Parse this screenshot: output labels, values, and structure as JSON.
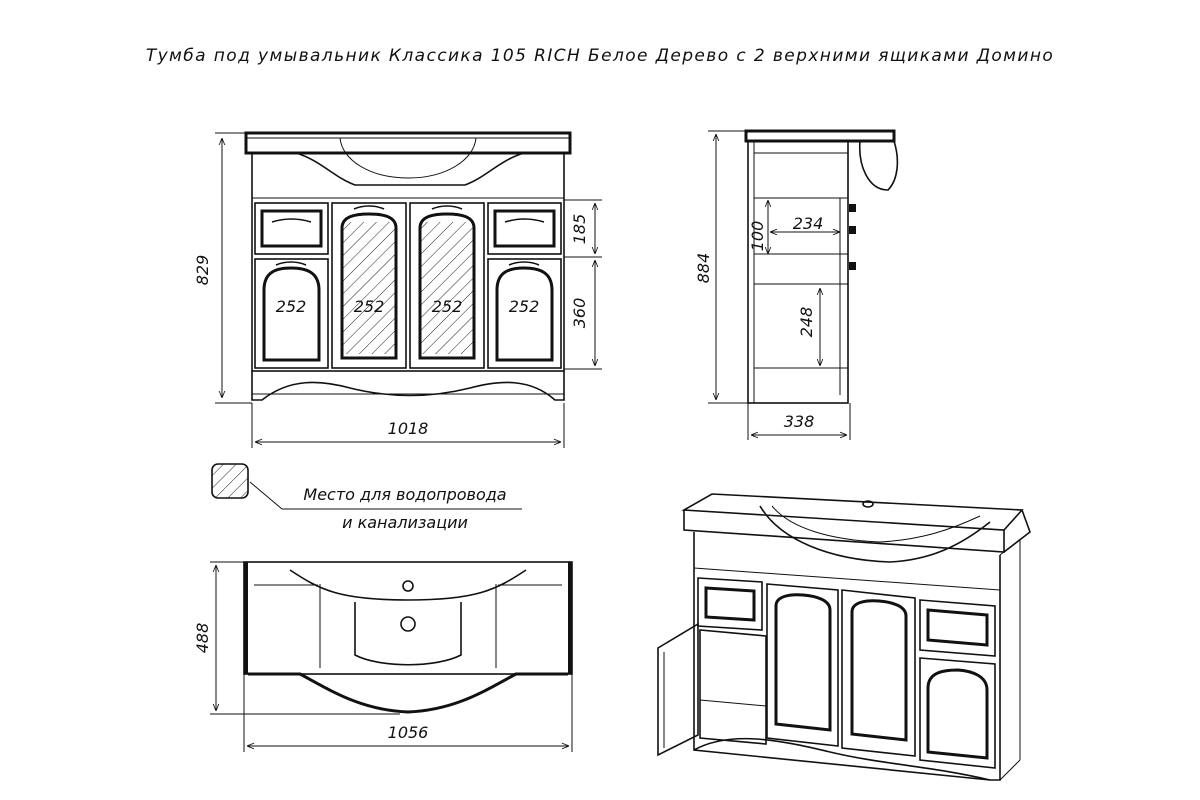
{
  "title": "Тумба под умывальник Классика 105 RICH Белое Дерево с 2 верхними ящиками Домино",
  "front_view": {
    "height": "829",
    "width": "1018",
    "drawer_height": "185",
    "door_height": "360",
    "compartment_widths": [
      "252",
      "252",
      "252",
      "252"
    ]
  },
  "side_view": {
    "height": "884",
    "depth": "338",
    "shelf_depth": "234",
    "upper_gap": "100",
    "lower_gap": "248"
  },
  "top_view": {
    "depth": "488",
    "width": "1056"
  },
  "legend": {
    "line1": "Место для водопровода",
    "line2": "и канализации"
  }
}
